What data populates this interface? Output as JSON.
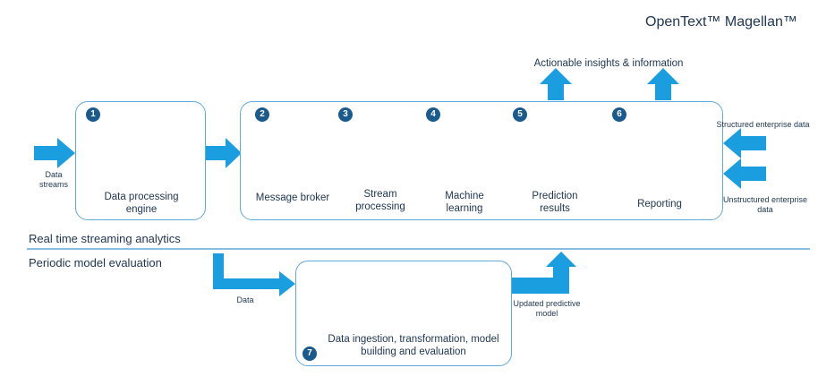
{
  "brand": "OpenText™ Magellan™",
  "top_output": "Actionable insights & information",
  "data_streams": "Data streams",
  "steps": [
    {
      "number": "1",
      "label": "Data processing engine",
      "icon": "gears-icon"
    },
    {
      "number": "2",
      "label": "Message broker",
      "icon": "message-stack-icon"
    },
    {
      "number": "3",
      "label": "Stream processing",
      "icon": "gear-icon"
    },
    {
      "number": "4",
      "label": "Machine learning",
      "icon": "head-gears-icon"
    },
    {
      "number": "5",
      "label": "Prediction results",
      "icon": "database-icon"
    },
    {
      "number": "6",
      "label": "Reporting",
      "icon": "people-report-icon"
    },
    {
      "number": "7",
      "label": "Data ingestion, transformation, model building and evaluation",
      "icon": "database-microscope-head-icon"
    }
  ],
  "structured_input": "Structured enterprise data",
  "unstructured_input": "Unstructured enterprise data",
  "realtime_label": "Real time streaming analytics",
  "periodic_label": "Periodic model evaluation",
  "data_label": "Data",
  "updated_model": "Updated predictive model",
  "colors": {
    "arrow": "#1a9ee0",
    "box_border": "#5fa9da",
    "icon": "#3aa3dc",
    "badge": "#1b5a8c",
    "text": "#1e3550"
  }
}
